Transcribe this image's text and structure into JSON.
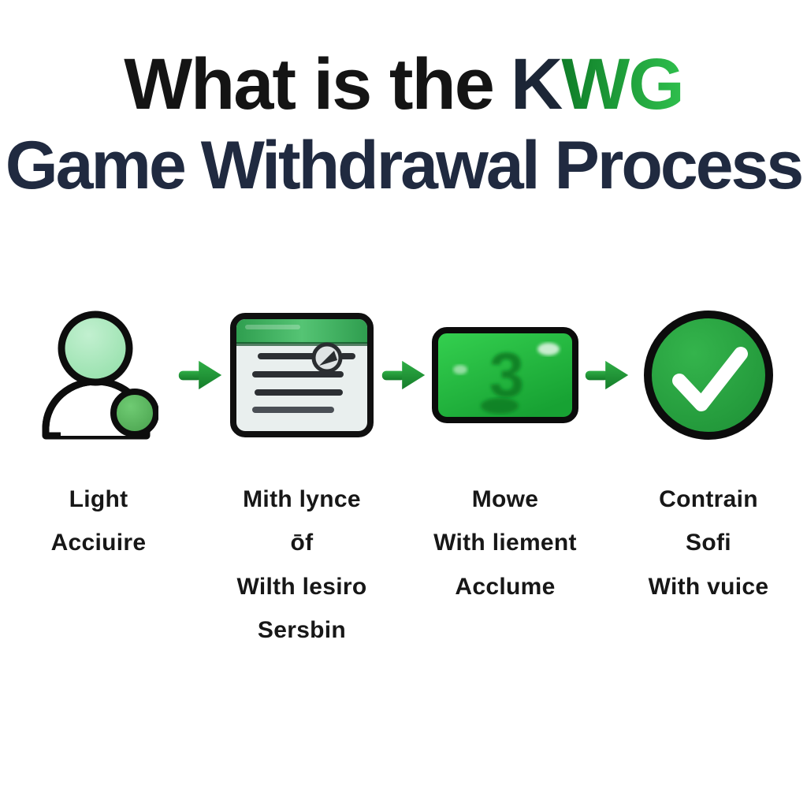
{
  "title": {
    "part_black": "What is the",
    "part_navy": "K",
    "part_green": "WG",
    "line2": "Game Withdrawal Process"
  },
  "steps": [
    {
      "icon": "person-icon",
      "lines": [
        "Light",
        "Acciuire"
      ]
    },
    {
      "icon": "form-icon",
      "lines": [
        "Mith lynce",
        "ōf",
        "Wilth lesiro",
        "Sersbin"
      ]
    },
    {
      "icon": "money-card-icon",
      "card_symbol": "3",
      "lines": [
        "Mowe",
        "With liement",
        "Acclume"
      ]
    },
    {
      "icon": "check-icon",
      "lines": [
        "Contrain",
        "Sofi",
        "With vuice"
      ]
    }
  ],
  "colors": {
    "green_primary": "#1fa23a",
    "green_light_head": "#a9e9bd",
    "green_badge": "#58b95e",
    "green_card": "#27bd43",
    "title_navy": "#202a40",
    "title_black": "#141414",
    "label_text": "#171717"
  }
}
